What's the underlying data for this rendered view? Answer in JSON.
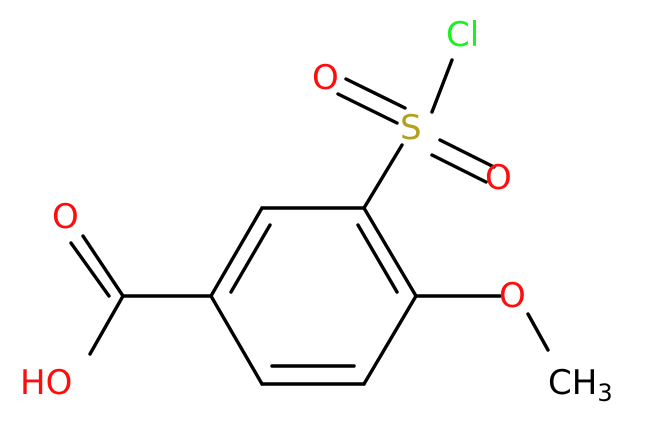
{
  "molecule": {
    "atoms": {
      "cl": "Cl",
      "s": "S",
      "o_upper": "O",
      "o_lower": "O",
      "o_carbonyl": "O",
      "hydroxyl": "HO",
      "o_methoxy": "O",
      "methyl_main": "CH",
      "methyl_sub": "3"
    },
    "colors": {
      "bond": "#000000",
      "oxygen": "#ff0d0d",
      "chlorine": "#1ff01f",
      "sulfur": "#b2a01f",
      "carbon": "#000000"
    }
  }
}
